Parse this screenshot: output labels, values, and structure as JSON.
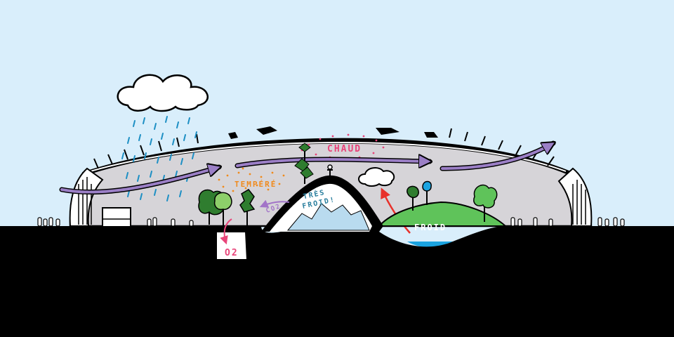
{
  "labels": {
    "hot": "CHAUD",
    "temperate": "TEMPÉRÉ",
    "very_cold_line1": "TRÈS",
    "very_cold_line2": "FROID!",
    "cold": "FROID",
    "co2": "CO2",
    "o2": "O2"
  },
  "colors": {
    "sky": "#d9eefb",
    "ground": "#000000",
    "dome": "#d6d4d8",
    "flow_arrow": "#9b7fc6",
    "hot_text": "#e8457a",
    "temperate_text": "#f08a1c",
    "very_cold_text": "#2a7f9e",
    "cold_text": "#ffffff",
    "green_hill": "#5fc35a",
    "water": "#1aa3e0",
    "ice": "#b9dbef",
    "rain": "#1d8fc4",
    "red_arrow": "#e8302a",
    "tree_dark": "#2f7d2f",
    "tree_light": "#8dcf6a"
  },
  "icons": [
    "cloud-icon",
    "rain-icon",
    "tree-icon",
    "arrow-icon",
    "mountain-icon"
  ]
}
